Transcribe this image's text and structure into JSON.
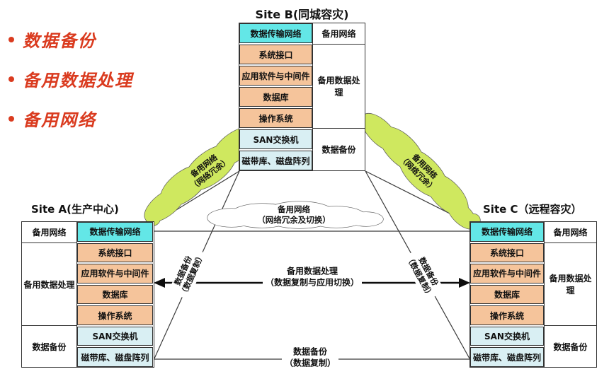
{
  "accent_bullets": {
    "items": [
      {
        "label": "数据备份"
      },
      {
        "label": "备用数据处理"
      },
      {
        "label": "备用网络"
      }
    ]
  },
  "sites": [
    {
      "title": "Site A(生产中心)",
      "stack": [
        "数据传输网络",
        "系统接口",
        "应用软件与中间件",
        "数据库",
        "操作系统",
        "SAN交换机",
        "磁带库、磁盘阵列"
      ],
      "side_labels": [
        "备用网络",
        "备用数据处理",
        "数据备份"
      ]
    },
    {
      "title": "Site B(同城容灾)",
      "stack": [
        "数据传输网络",
        "系统接口",
        "应用软件与中间件",
        "数据库",
        "操作系统",
        "SAN交换机",
        "磁带库、磁盘阵列"
      ],
      "side_labels": [
        "备用网络",
        "备用数据处理",
        "数据备份"
      ]
    },
    {
      "title": "Site C（远程容灾）",
      "stack": [
        "数据传输网络",
        "系统接口",
        "应用软件与中间件",
        "数据库",
        "操作系统",
        "SAN交换机",
        "磁带库、磁盘阵列"
      ],
      "side_labels": [
        "备用网络",
        "备用数据处理",
        "数据备份"
      ]
    }
  ],
  "connectors": {
    "left_cloud": {
      "line1": "备用网络",
      "line2": "（网络冗余）"
    },
    "right_cloud": {
      "line1": "备用网络",
      "line2": "（网络冗余）"
    },
    "center_cloud": {
      "line1": "备用网络",
      "line2": "（网络冗余及切换）"
    },
    "left_diagonal": {
      "line1": "数据备份",
      "line2": "（数据复制）"
    },
    "right_diagonal": {
      "line1": "数据备份",
      "line2": "（数据复制）"
    },
    "middle_arrow": {
      "line1": "备用数据处理",
      "line2": "（数据复制与应用切换）"
    },
    "bottom_line": {
      "line1": "数据备份",
      "line2": "（数据复制）"
    }
  },
  "colors": {
    "accent_red": "#da3b1f",
    "row_transmission_network": "#63e7e7",
    "row_application_layers": "#f5c49b",
    "row_storage_layers": "#d9eff3",
    "cloud_green": "#cfe85f",
    "line": "#3a3a3a"
  }
}
